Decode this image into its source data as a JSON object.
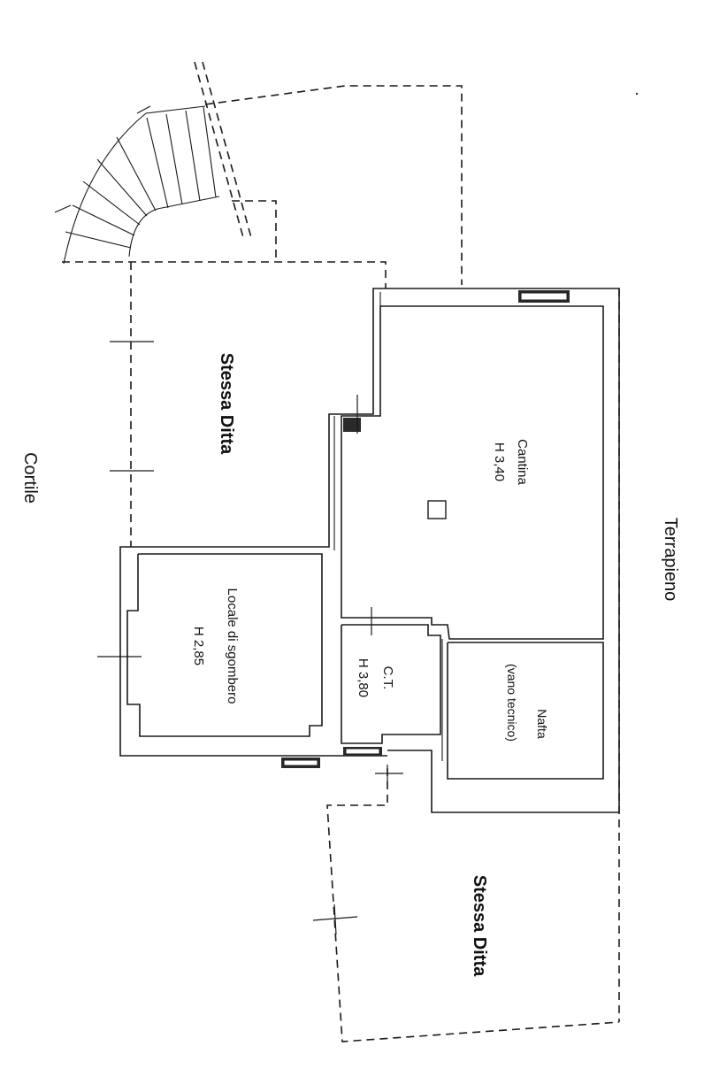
{
  "labels": {
    "cortile": "Cortile",
    "terrapieno": "Terrapieno",
    "stessa_ditta_top": "Stessa Ditta",
    "stessa_ditta_bottom": "Stessa Ditta",
    "cantina_name": "Cantina",
    "cantina_height": "H 3,40",
    "locale_name": "Locale di sgombero",
    "locale_height": "H 2,85",
    "ct_name": "C.T.",
    "ct_height": "H 3,80",
    "nafta_name": "Nafta",
    "nafta_note": "(vano tecnico)"
  }
}
